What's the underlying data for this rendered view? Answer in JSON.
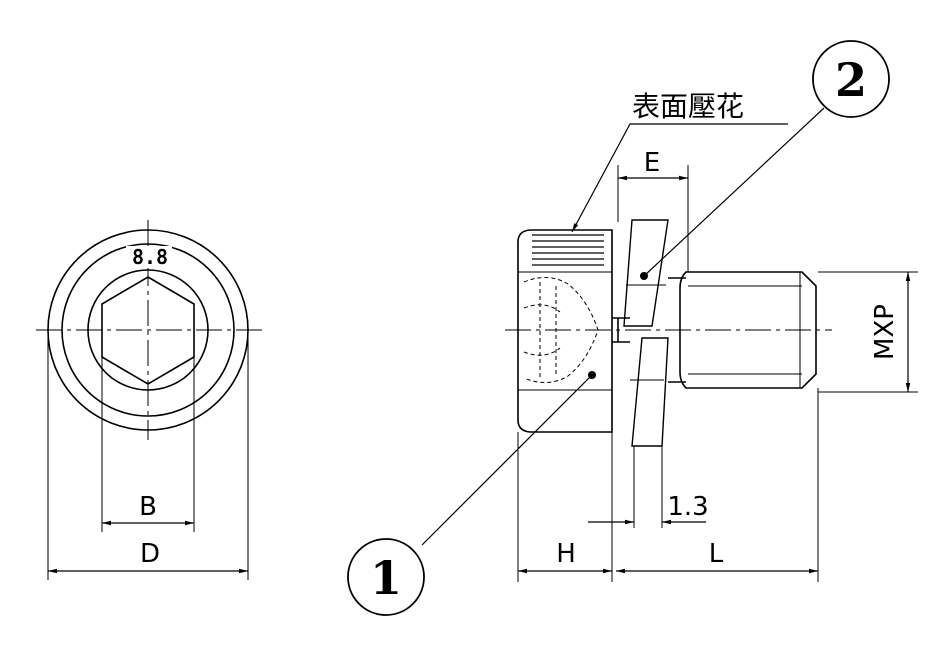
{
  "drawing": {
    "front_view": {
      "grade_mark": "8.8",
      "dim_inner": "B",
      "dim_outer": "D"
    },
    "side_view": {
      "note": "表面壓花",
      "dim_washer": "E",
      "dim_thread": "MXP",
      "dim_gap": "1.3",
      "dim_head": "H",
      "dim_length": "L"
    },
    "balloons": [
      "1",
      "2"
    ]
  }
}
